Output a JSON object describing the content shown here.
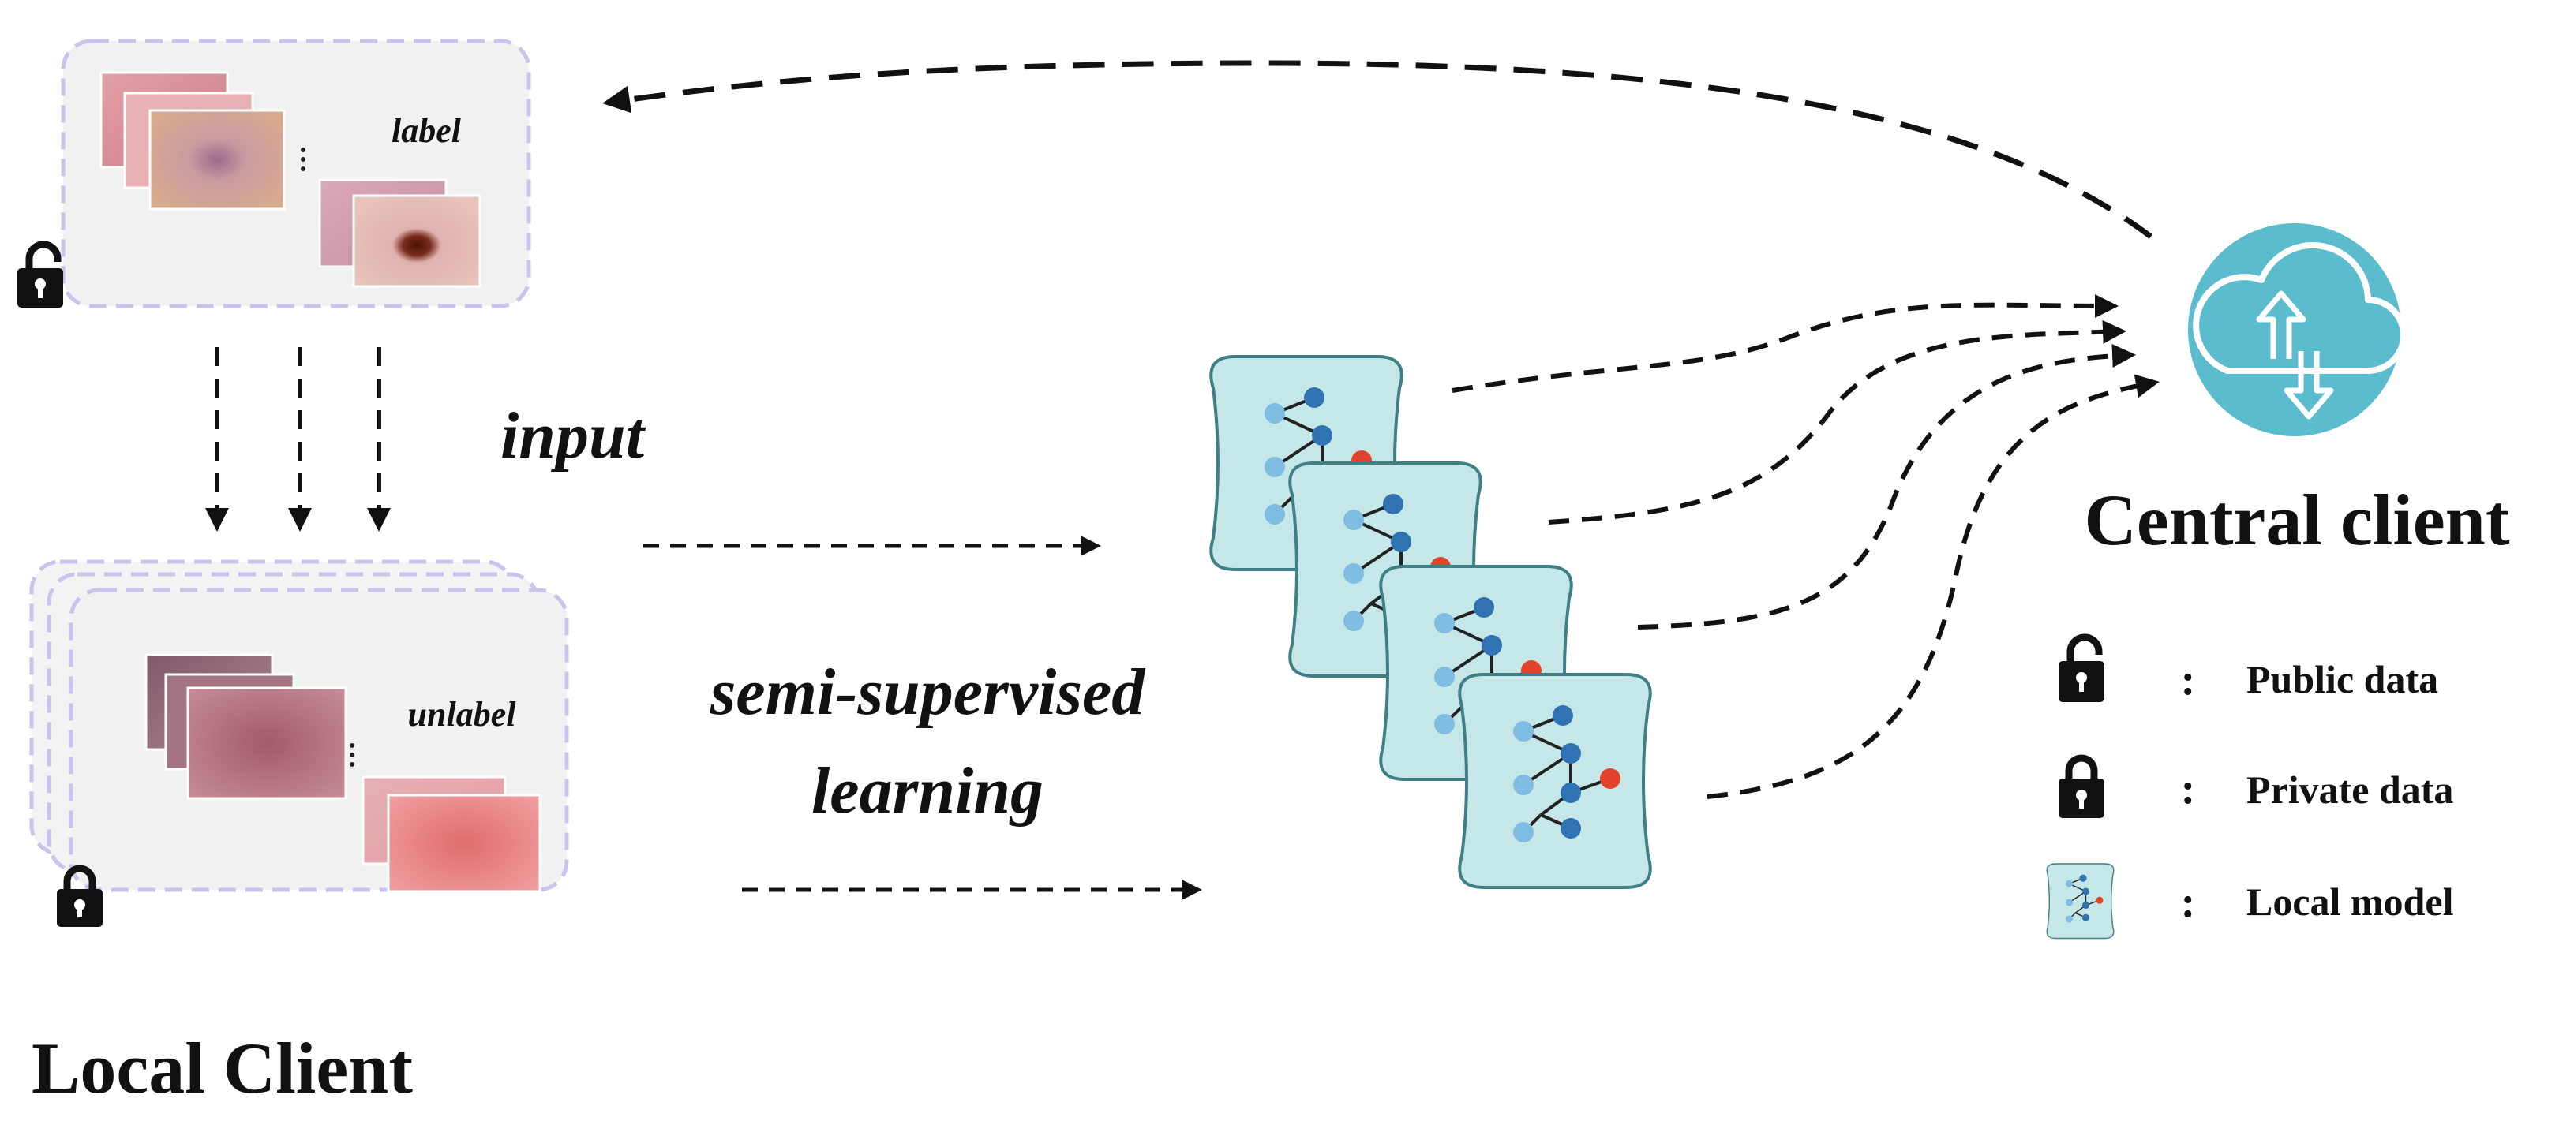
{
  "labels": {
    "label": "label",
    "unlabel": "unlabel",
    "input": "input",
    "semi_line1": "semi-supervised",
    "semi_line2": "learning",
    "central_client": "Central client",
    "local_client": "Local Client"
  },
  "legend": [
    {
      "icon": "open-lock-icon",
      "separator": ":",
      "text": "Public data"
    },
    {
      "icon": "closed-lock-icon",
      "separator": ":",
      "text": "Private data"
    },
    {
      "icon": "local-model-icon",
      "separator": ":",
      "text": "Local model"
    }
  ],
  "colors": {
    "panel_border": "#c9c4ee",
    "panel_fill": "#f1f1f1",
    "model_fill": "#c5e7e8",
    "model_stroke": "#3f7f86",
    "node_dark": "#2f73b2",
    "node_light": "#7fbde3",
    "node_accent": "#e2432a",
    "cloud": "#5bbccd"
  }
}
